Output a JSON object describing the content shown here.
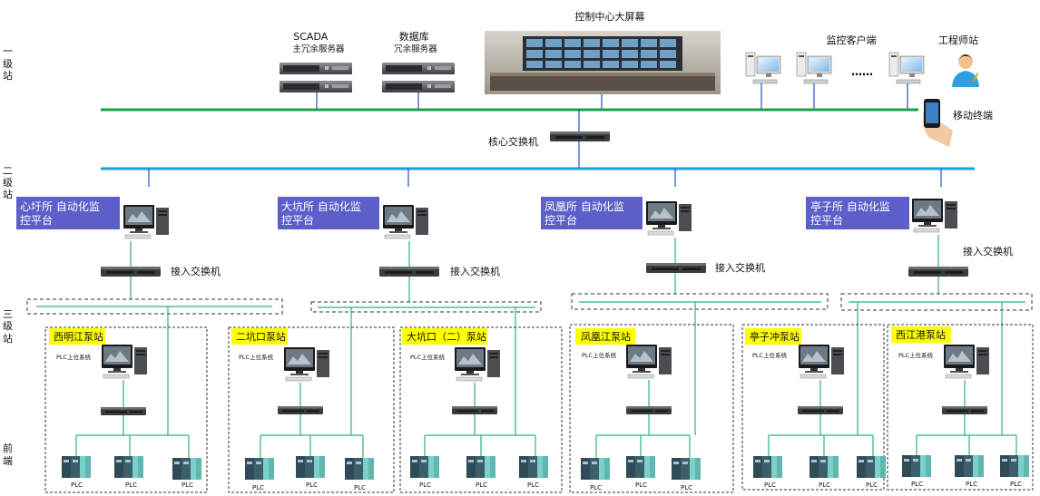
{
  "tiers": {
    "level1": [
      "一",
      "级",
      "站"
    ],
    "level2": [
      "二",
      "级",
      "站"
    ],
    "level3": [
      "三",
      "级",
      "站"
    ],
    "frontend": [
      "前",
      "端"
    ]
  },
  "top": {
    "scada_server": [
      "SCADA",
      "主冗余服务器"
    ],
    "db_server": [
      "数据库",
      "冗余服务器"
    ],
    "big_screen": "控制中心大屏幕",
    "monitor_clients": "监控客户端",
    "ellipsis": "……",
    "engineer_station": "工程师站",
    "mobile_terminal": "移动终端",
    "core_switch": "核心交换机"
  },
  "platforms": [
    {
      "line1": "心圩所  自动化监",
      "line2": "控平台"
    },
    {
      "line1": "大坑所  自动化监",
      "line2": "控平台"
    },
    {
      "line1": "凤凰所  自动化监",
      "line2": "控平台"
    },
    {
      "line1": "亭子所  自动化监",
      "line2": "控平台"
    }
  ],
  "access_switch": "接入交换机",
  "pump_stations": [
    {
      "name": "西明江泵站"
    },
    {
      "name": "二坑口泵站"
    },
    {
      "name": "大坑口（二）泵站"
    },
    {
      "name": "凤凰江泵站"
    },
    {
      "name": "亭子冲泵站"
    },
    {
      "name": "西江港泵站"
    }
  ],
  "plc_upper_system": "PLC上位系统",
  "plc": "PLC",
  "colors": {
    "green_bus": "#1aa04a",
    "blue_bus": "#1e9fe0",
    "platform_box": "#5b5fc7",
    "station_label": "#ffff00",
    "link_green": "#2bb573",
    "link_blue": "#2a4fbf"
  }
}
